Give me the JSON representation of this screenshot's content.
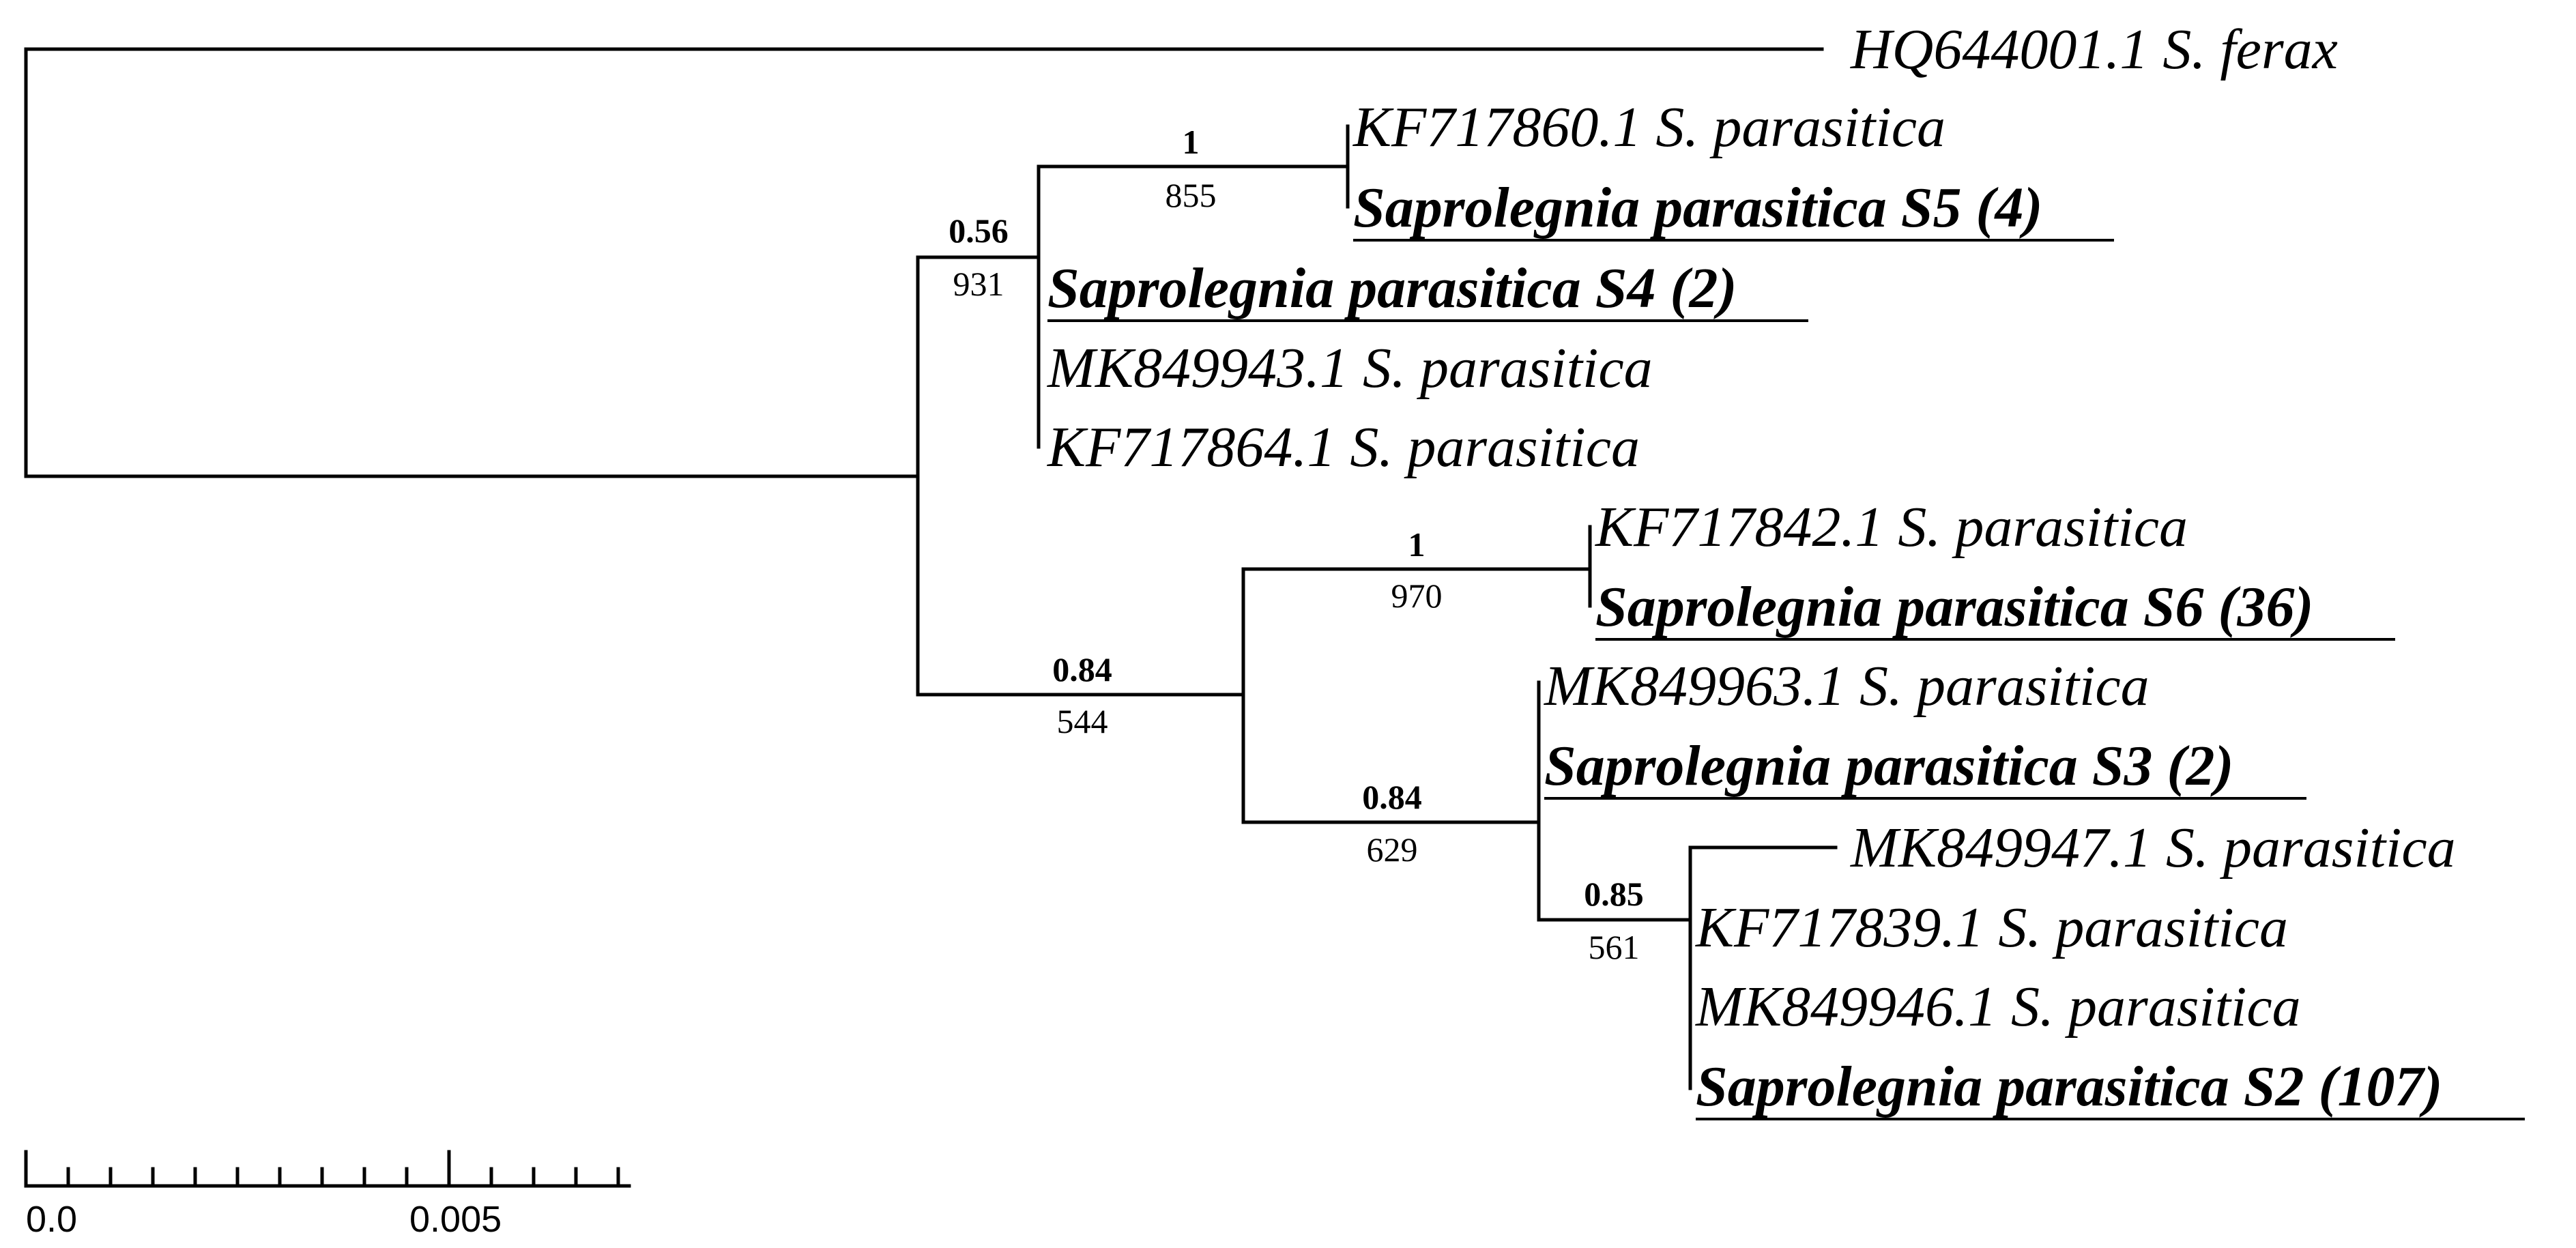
{
  "tree": {
    "leaves": [
      {
        "label": "HQ644001.1 S. ferax",
        "isolate": false
      },
      {
        "label": "KF717860.1 S. parasitica",
        "isolate": false
      },
      {
        "label": "Saprolegnia parasitica S5 (4)",
        "isolate": true
      },
      {
        "label": "Saprolegnia parasitica S4 (2)",
        "isolate": true
      },
      {
        "label": "MK849943.1 S. parasitica",
        "isolate": false
      },
      {
        "label": "KF717864.1 S. parasitica",
        "isolate": false
      },
      {
        "label": "KF717842.1 S. parasitica",
        "isolate": false
      },
      {
        "label": "Saprolegnia parasitica S6 (36)",
        "isolate": true
      },
      {
        "label": "MK849963.1 S. parasitica",
        "isolate": false
      },
      {
        "label": "Saprolegnia parasitica S3 (2)",
        "isolate": true
      },
      {
        "label": "MK849947.1 S. parasitica",
        "isolate": false
      },
      {
        "label": "KF717839.1 S. parasitica",
        "isolate": false
      },
      {
        "label": "MK849946.1 S. parasitica",
        "isolate": false
      },
      {
        "label": "Saprolegnia parasitica S2 (107)",
        "isolate": true
      }
    ],
    "node_supports": [
      {
        "node": "n1",
        "posterior": "1",
        "bootstrap": "855"
      },
      {
        "node": "n2",
        "posterior": "0.56",
        "bootstrap": "931"
      },
      {
        "node": "n3",
        "posterior": "1",
        "bootstrap": "970"
      },
      {
        "node": "n4",
        "posterior": "0.84",
        "bootstrap": "544"
      },
      {
        "node": "n5",
        "posterior": "0.84",
        "bootstrap": "629"
      },
      {
        "node": "n6",
        "posterior": "0.85",
        "bootstrap": "561"
      }
    ]
  },
  "scale_bar": {
    "tick_labels": [
      "0.0",
      "0.005"
    ]
  }
}
